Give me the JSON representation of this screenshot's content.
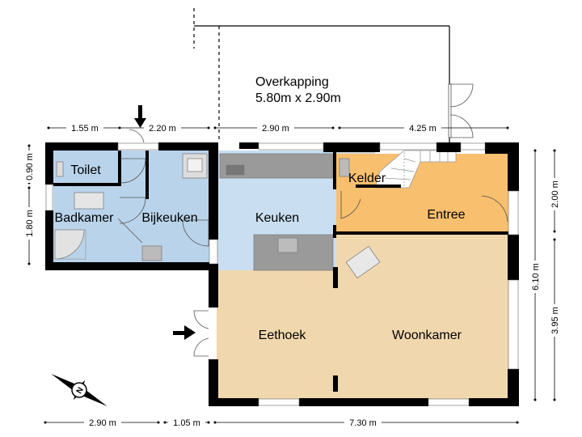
{
  "colors": {
    "wall": "#000000",
    "wet_room": "#b9d3ea",
    "kitchen": "#c9def0",
    "entrance": "#f7bf6e",
    "living": "#f1d7ad",
    "fixture": "#9a9a9a",
    "door_arc": "#555555"
  },
  "rooms": {
    "toilet": "Toilet",
    "badkamer": "Badkamer",
    "bijkeuken": "Bijkeuken",
    "keuken": "Keuken",
    "kelder": "Kelder",
    "entree": "Entree",
    "eethoek": "Eethoek",
    "woonkamer": "Woonkamer"
  },
  "overkapping": {
    "name": "Overkapping",
    "size": "5.80m x 2.90m"
  },
  "dimensions": {
    "top_1": "1.55 m",
    "top_2": "2.20 m",
    "top_3": "2.90 m",
    "top_4": "4.25 m",
    "bottom_1": "2.90 m",
    "bottom_2": "1.05 m",
    "bottom_3": "7.30 m",
    "left_1": "0.90 m",
    "left_2": "1.80 m",
    "right_1": "2.00 m",
    "right_2": "6.10 m",
    "right_3": "3.95 m"
  },
  "icons": {
    "entrance_arrow": "arrow-right-icon",
    "side_entrance_arrow": "arrow-down-icon",
    "compass": "compass-icon"
  }
}
